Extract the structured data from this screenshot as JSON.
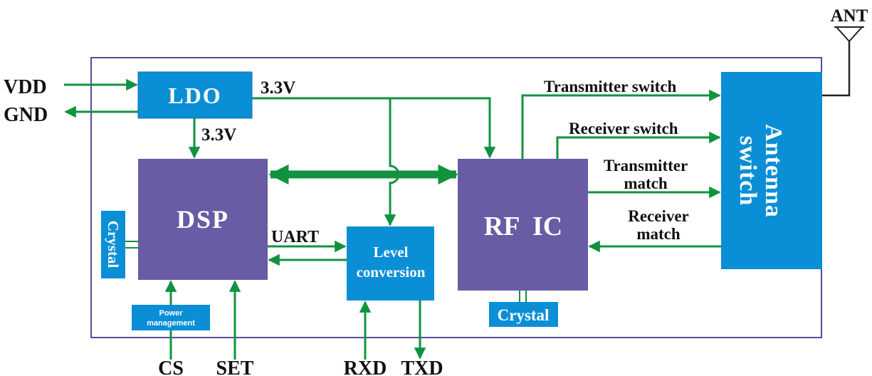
{
  "external": {
    "vdd": "VDD",
    "gnd": "GND",
    "ant": "ANT",
    "cs": "CS",
    "set": "SET",
    "rxd": "RXD",
    "txd": "TXD"
  },
  "blocks": {
    "ldo": "LDO",
    "dsp": "DSP",
    "rfic": "RF  IC",
    "level_line1": "Level",
    "level_line2": "conversion",
    "antenna_line1": "Antenna",
    "antenna_line2": "switch",
    "crystal_left": "Crystal",
    "crystal_bottom": "Crystal",
    "power_line1": "Power",
    "power_line2": "management"
  },
  "signals": {
    "ldo_out_3v3": "3.3V",
    "dsp_in_3v3": "3.3V",
    "uart": "UART",
    "tx_switch": "Transmitter switch",
    "rx_switch": "Receiver switch",
    "tx_match_line1": "Transmitter",
    "tx_match_line2": "match",
    "rx_match_line1": "Receiver",
    "rx_match_line2": "match"
  },
  "colors": {
    "block_blue": "#0a8fd6",
    "block_purple": "#6a5ba5",
    "arrow_green": "#11923f",
    "module_border": "#5b4a99",
    "text_black": "#111111",
    "text_white": "#ffffff"
  }
}
